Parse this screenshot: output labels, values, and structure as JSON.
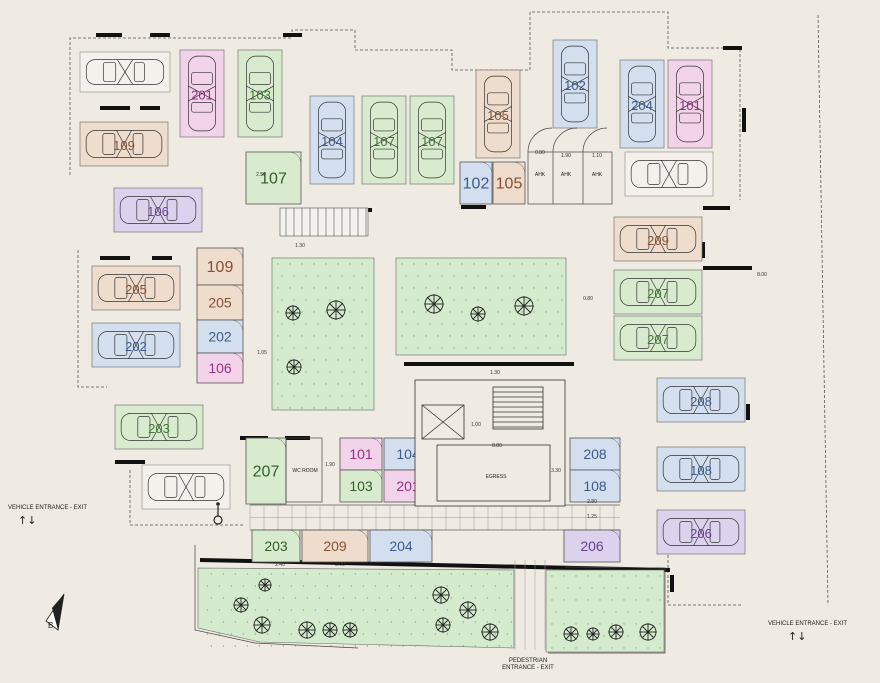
{
  "colors": {
    "green": "#d9ebcf",
    "pink": "#f2d3ea",
    "blue": "#d3dfee",
    "tan": "#eedccd",
    "lilac": "#ddd2ee",
    "grass": "#d4ebce",
    "text_green": "#3f7a35",
    "text_pink": "#9a2f86",
    "text_blue": "#3d5b8c",
    "text_tan": "#8a4f32",
    "text_lilac": "#6b3f96"
  },
  "parking_spaces": [
    {
      "label": "201",
      "tone": "pink"
    },
    {
      "label": "103",
      "tone": "green"
    },
    {
      "label": "109",
      "tone": "tan"
    },
    {
      "label": "104",
      "tone": "blue"
    },
    {
      "label": "107",
      "tone": "green"
    },
    {
      "label": "107",
      "tone": "green"
    },
    {
      "label": "105",
      "tone": "tan"
    },
    {
      "label": "102",
      "tone": "blue"
    },
    {
      "label": "204",
      "tone": "blue"
    },
    {
      "label": "101",
      "tone": "pink"
    },
    {
      "label": "106",
      "tone": "lilac"
    },
    {
      "label": "205",
      "tone": "tan"
    },
    {
      "label": "202",
      "tone": "blue"
    },
    {
      "label": "203",
      "tone": "green"
    },
    {
      "label": "209",
      "tone": "tan"
    },
    {
      "label": "207",
      "tone": "green"
    },
    {
      "label": "207",
      "tone": "green"
    },
    {
      "label": "208",
      "tone": "blue"
    },
    {
      "label": "108",
      "tone": "blue"
    },
    {
      "label": "206",
      "tone": "lilac"
    }
  ],
  "storage_units": [
    {
      "label": "107",
      "tone": "green"
    },
    {
      "label": "102",
      "tone": "blue"
    },
    {
      "label": "105",
      "tone": "tan"
    },
    {
      "label": "109",
      "tone": "tan"
    },
    {
      "label": "205",
      "tone": "tan"
    },
    {
      "label": "202",
      "tone": "blue"
    },
    {
      "label": "106",
      "tone": "pink"
    },
    {
      "label": "207",
      "tone": "green"
    },
    {
      "label": "101",
      "tone": "pink"
    },
    {
      "label": "104",
      "tone": "blue"
    },
    {
      "label": "103",
      "tone": "green"
    },
    {
      "label": "201",
      "tone": "pink"
    },
    {
      "label": "208",
      "tone": "blue"
    },
    {
      "label": "108",
      "tone": "blue"
    },
    {
      "label": "203",
      "tone": "green"
    },
    {
      "label": "209",
      "tone": "tan"
    },
    {
      "label": "204",
      "tone": "blue"
    },
    {
      "label": "206",
      "tone": "lilac"
    }
  ],
  "room_labels": {
    "ahk": "AHK",
    "wc_room": "WC ROOM",
    "egress": "EGRESS"
  },
  "dimension_notes": [
    "0.80",
    "1.90",
    "1.10",
    "2.50",
    "1.30",
    "1.00",
    "0.80",
    "1.05",
    "1.90",
    "8.80",
    "3.30",
    "2.80",
    "1.25",
    "1.30",
    "8.00",
    "2.40",
    "3.00"
  ],
  "captions": {
    "vehicle_left": "VEHICLE ENTRANCE - EXIT",
    "vehicle_right": "VEHICLE ENTRANCE - EXIT",
    "pedestrian_line1": "PEDESTRIAN",
    "pedestrian_line2": "ENTRANCE - EXIT",
    "arrows": "↑↓",
    "compass": "B"
  }
}
